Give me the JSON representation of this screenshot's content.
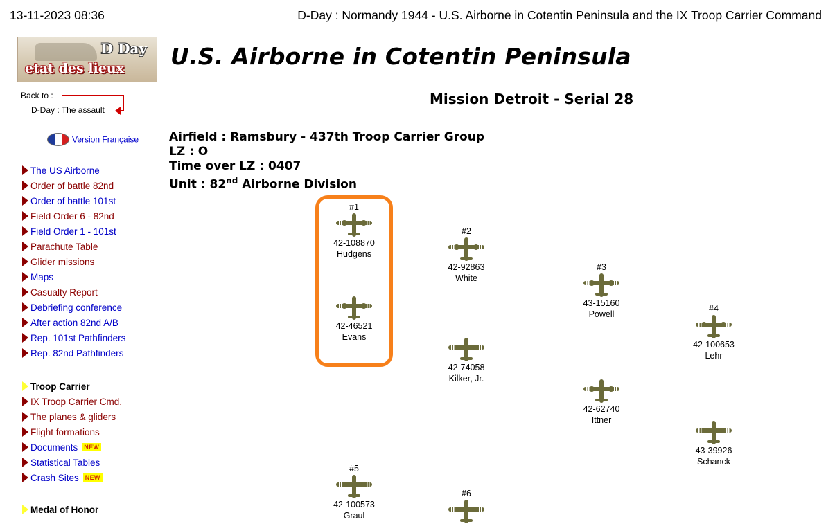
{
  "print_header": {
    "datetime": "13-11-2023 08:36",
    "title": "D-Day : Normandy 1944 - U.S. Airborne in Cotentin Peninsula and the IX Troop Carrier Command"
  },
  "logo": {
    "line1": "D Day",
    "line2": "etat des lieux"
  },
  "page_title": "U.S. Airborne in Cotentin Peninsula",
  "back": {
    "label": "Back to :",
    "link": "D-Day : The assault"
  },
  "mission_title": "Mission Detroit - Serial 28",
  "version_link": "Version Française",
  "nav": {
    "items": [
      {
        "label": "The US Airborne",
        "color": "blue"
      },
      {
        "label": "Order of battle 82nd",
        "color": "red"
      },
      {
        "label": "Order of battle 101st",
        "color": "blue"
      },
      {
        "label": "Field Order 6 - 82nd",
        "color": "red"
      },
      {
        "label": "Field Order 1 - 101st",
        "color": "blue"
      },
      {
        "label": "Parachute Table",
        "color": "red"
      },
      {
        "label": "Glider missions",
        "color": "red"
      },
      {
        "label": "Maps",
        "color": "blue"
      },
      {
        "label": "Casualty Report",
        "color": "red"
      },
      {
        "label": "Debriefing conference",
        "color": "blue"
      },
      {
        "label": "After action 82nd A/B",
        "color": "blue"
      },
      {
        "label": "Rep. 101st Pathfinders",
        "color": "blue"
      },
      {
        "label": "Rep. 82nd Pathfinders",
        "color": "blue"
      }
    ],
    "troop_carrier_heading": "Troop Carrier",
    "troop_items": [
      {
        "label": "IX Troop Carrier Cmd.",
        "color": "red"
      },
      {
        "label": "The planes & gliders",
        "color": "red"
      },
      {
        "label": "Flight formations",
        "color": "red"
      },
      {
        "label": "Documents",
        "color": "blue",
        "badge": "NEW"
      },
      {
        "label": "Statistical Tables",
        "color": "blue"
      },
      {
        "label": "Crash Sites",
        "color": "blue",
        "badge": "NEW"
      }
    ],
    "medal_heading": "Medal of Honor"
  },
  "info": {
    "airfield": "Airfield : Ramsbury - 437th Troop Carrier Group",
    "lz": "LZ : O",
    "time": "Time over LZ : 0407",
    "unit_prefix": "Unit : 82",
    "unit_sup": "nd",
    "unit_suffix": " Airborne Division"
  },
  "planes": [
    {
      "num": "#1",
      "tail": "42-108870",
      "pilot": "Hudgens"
    },
    {
      "num": "",
      "tail": "42-46521",
      "pilot": "Evans"
    },
    {
      "num": "#2",
      "tail": "42-92863",
      "pilot": "White"
    },
    {
      "num": "",
      "tail": "42-74058",
      "pilot": "Kilker, Jr."
    },
    {
      "num": "#3",
      "tail": "43-15160",
      "pilot": "Powell"
    },
    {
      "num": "",
      "tail": "42-62740",
      "pilot": "Ittner"
    },
    {
      "num": "#4",
      "tail": "42-100653",
      "pilot": "Lehr"
    },
    {
      "num": "",
      "tail": "43-39926",
      "pilot": "Schanck"
    },
    {
      "num": "#5",
      "tail": "42-100573",
      "pilot": "Graul"
    },
    {
      "num": "#6",
      "tail": "",
      "pilot": ""
    }
  ],
  "colors": {
    "highlight": "#f7801a",
    "nav_red": "#8b0000",
    "nav_blue": "#0000c8",
    "plane": "#6b6b3a"
  }
}
